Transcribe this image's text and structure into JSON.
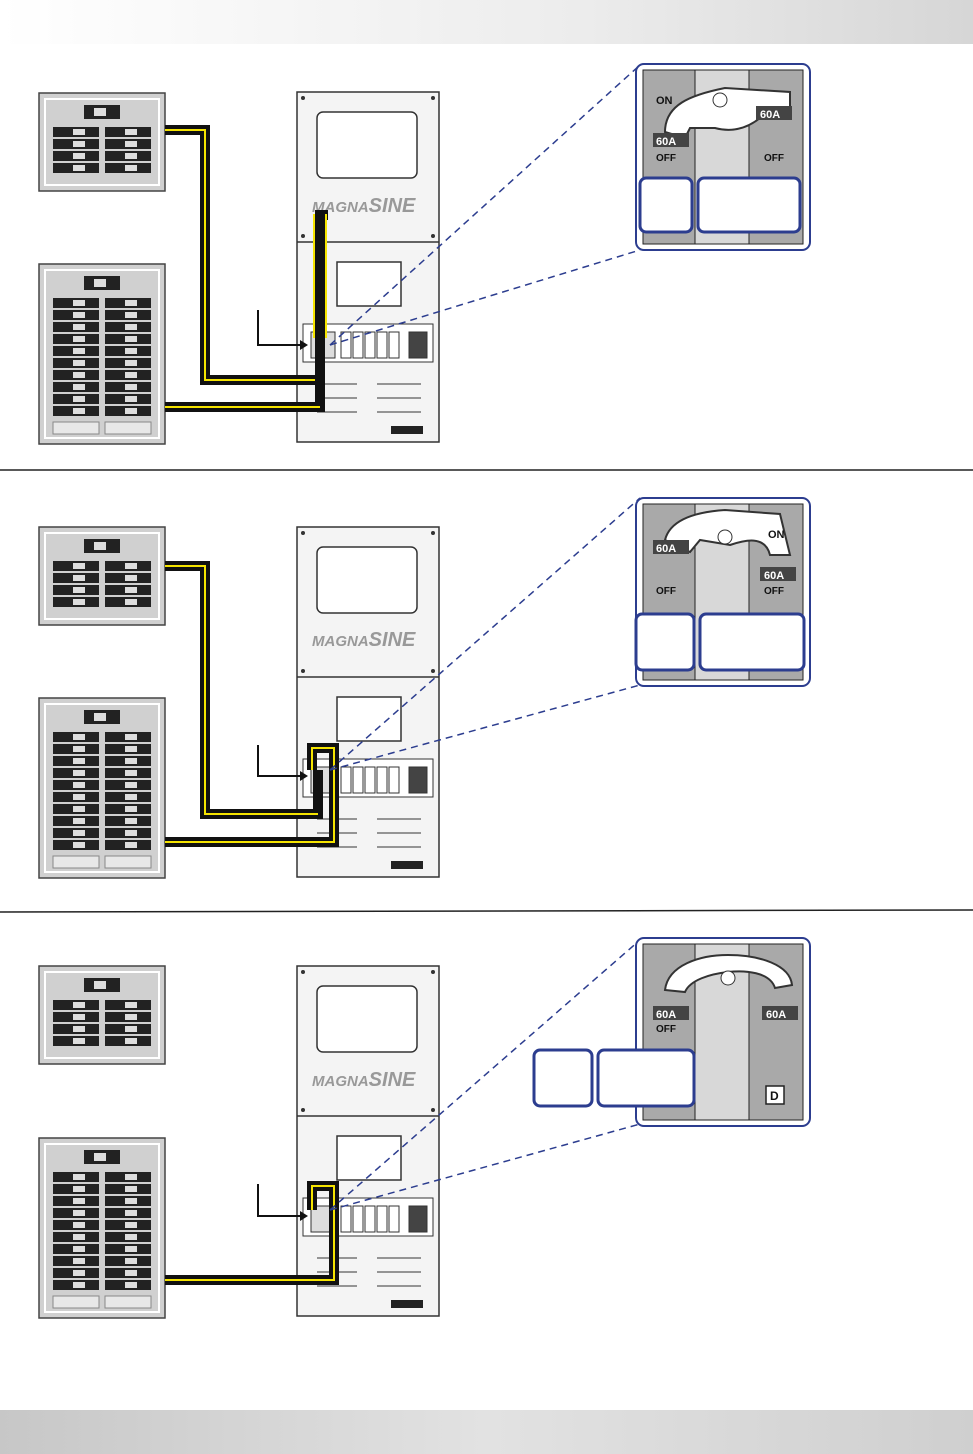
{
  "brand": {
    "part1": "MAGNA",
    "part2": "SINE"
  },
  "panels": [
    {
      "id": "panel-1",
      "breaker_left": {
        "top": "ON",
        "rating": "60A",
        "bottom": "OFF"
      },
      "breaker_right": {
        "top": "",
        "rating": "60A",
        "bottom": "OFF"
      }
    },
    {
      "id": "panel-2",
      "breaker_left": {
        "top": "",
        "rating": "60A",
        "bottom": "OFF"
      },
      "breaker_right": {
        "top": "ON",
        "rating": "60A",
        "bottom": "OFF"
      }
    },
    {
      "id": "panel-3",
      "breaker_left": {
        "top": "",
        "rating": "60A",
        "bottom": "OFF"
      },
      "breaker_right": {
        "top": "",
        "rating": "60A",
        "bottom": ""
      },
      "square_mark": "D"
    }
  ],
  "colors": {
    "wire": "#111111",
    "current": "#f5e400",
    "callout": "#2c3d8f",
    "line": "#2c3d8f"
  }
}
